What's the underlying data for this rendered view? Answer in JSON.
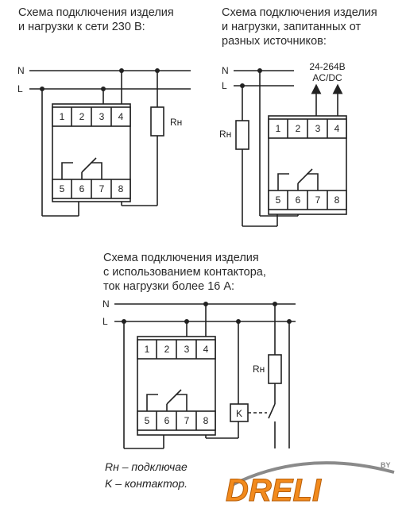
{
  "captions": {
    "c1_line1": "Схема подключения изделия",
    "c1_line2": "и нагрузки к сети 230 В:",
    "c2_line1": "Схема подключения изделия",
    "c2_line2": "и нагрузки, запитанных от",
    "c2_line3": "разных источников:",
    "c3_line1": "Схема подключения изделия",
    "c3_line2": "с использованием контактора,",
    "c3_line3": "ток нагрузки более 16 А:"
  },
  "labels": {
    "n": "N",
    "l": "L",
    "rn": "Rн",
    "k": "K",
    "supply_voltage": "24-264В",
    "supply_type": "AC/DC",
    "t1": "1",
    "t2": "2",
    "t3": "3",
    "t4": "4",
    "t5": "5",
    "t6": "6",
    "t7": "7",
    "t8": "8"
  },
  "legend": {
    "line1": "Rн – подключае",
    "line2": "K – контактор."
  },
  "logo": {
    "text": "DRELI",
    "by": "BY",
    "colors": {
      "orange": "#f28a1c",
      "gray": "#8a8a8a"
    }
  }
}
